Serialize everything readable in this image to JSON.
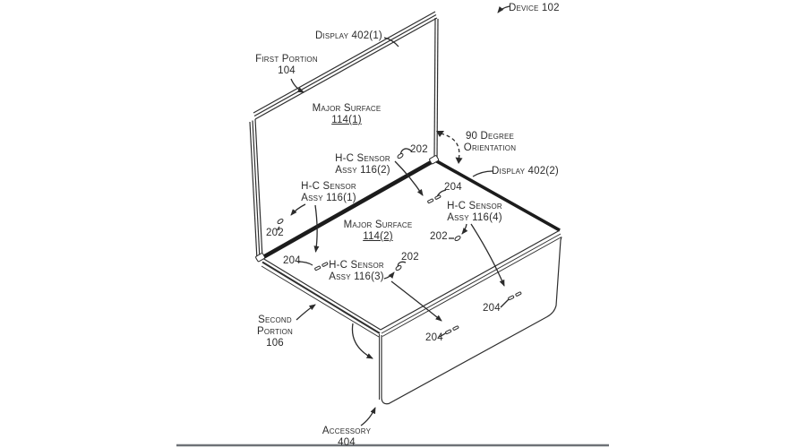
{
  "figure": {
    "device": "Device 102",
    "display1": "Display 402(1)",
    "display2": "Display 402(2)",
    "first_portion_line1": "First Portion",
    "first_portion_line2": "104",
    "second_portion_line1": "Second",
    "second_portion_line2": "Portion",
    "second_portion_line3": "106",
    "major_surface1_line1": "Major Surface",
    "major_surface1_line2": "114(1)",
    "major_surface2_line1": "Major Surface",
    "major_surface2_line2": "114(2)",
    "orientation_line1": "90 Degree",
    "orientation_line2": "Orientation",
    "sensor_line1": "H-C Sensor",
    "sensor1_line2": "Assy 116(1)",
    "sensor2_line2": "Assy 116(2)",
    "sensor3_line2": "Assy 116(3)",
    "sensor4_line2": "Assy 116(4)",
    "accessory_line1": "Accessory",
    "accessory_line2": "404",
    "ref202": "202",
    "ref204": "204",
    "line_color": "#2b2b2b",
    "page_rule_color": "#6e7277"
  }
}
